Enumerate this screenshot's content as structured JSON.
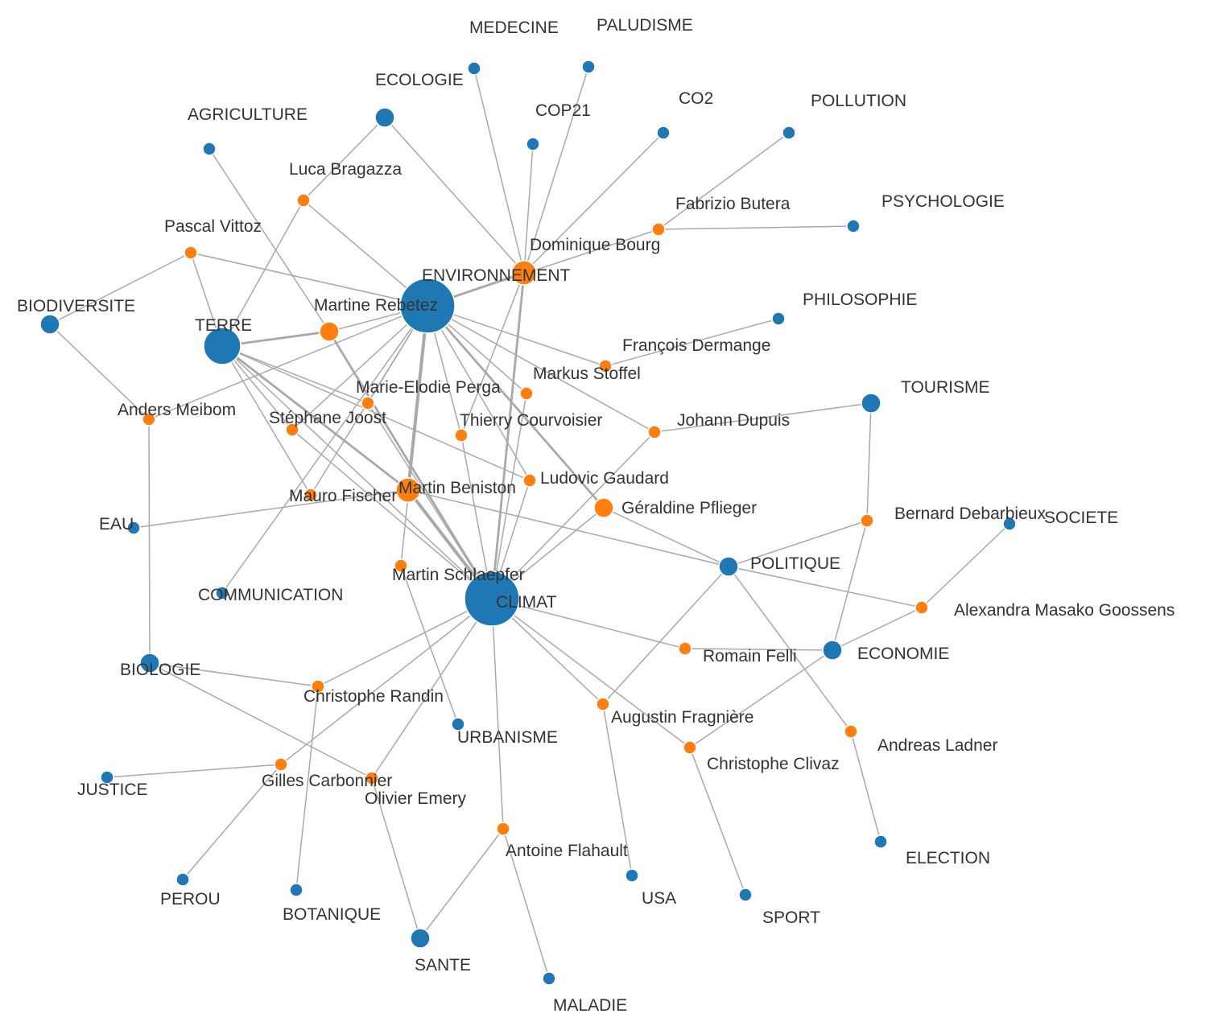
{
  "colors": {
    "topic": "#1f77b4",
    "person": "#ff7f0e",
    "edge": "#a9a9a9",
    "label": "#333333"
  },
  "nodes": [
    {
      "id": "climat",
      "label": "CLIMAT",
      "type": "topic",
      "size": "xl"
    },
    {
      "id": "environnement",
      "label": "ENVIRONNEMENT",
      "type": "topic",
      "size": "xl"
    },
    {
      "id": "terre",
      "label": "TERRE",
      "type": "topic",
      "size": "l"
    },
    {
      "id": "politique",
      "label": "POLITIQUE",
      "type": "topic",
      "size": "m"
    },
    {
      "id": "economie",
      "label": "ECONOMIE",
      "type": "topic",
      "size": "m"
    },
    {
      "id": "biologie",
      "label": "BIOLOGIE",
      "type": "topic",
      "size": "m"
    },
    {
      "id": "biodiversite",
      "label": "BIODIVERSITE",
      "type": "topic",
      "size": "m"
    },
    {
      "id": "ecologie",
      "label": "ECOLOGIE",
      "type": "topic",
      "size": "m"
    },
    {
      "id": "tourisme",
      "label": "TOURISME",
      "type": "topic",
      "size": "m"
    },
    {
      "id": "sante",
      "label": "SANTE",
      "type": "topic",
      "size": "m"
    },
    {
      "id": "medecine",
      "label": "MEDECINE",
      "type": "topic",
      "size": "s"
    },
    {
      "id": "paludisme",
      "label": "PALUDISME",
      "type": "topic",
      "size": "s"
    },
    {
      "id": "cop21",
      "label": "COP21",
      "type": "topic",
      "size": "s"
    },
    {
      "id": "co2",
      "label": "CO2",
      "type": "topic",
      "size": "s"
    },
    {
      "id": "pollution",
      "label": "POLLUTION",
      "type": "topic",
      "size": "s"
    },
    {
      "id": "agriculture",
      "label": "AGRICULTURE",
      "type": "topic",
      "size": "s"
    },
    {
      "id": "psychologie",
      "label": "PSYCHOLOGIE",
      "type": "topic",
      "size": "s"
    },
    {
      "id": "philosophie",
      "label": "PHILOSOPHIE",
      "type": "topic",
      "size": "s"
    },
    {
      "id": "societe",
      "label": "SOCIETE",
      "type": "topic",
      "size": "s"
    },
    {
      "id": "eau",
      "label": "EAU",
      "type": "topic",
      "size": "s"
    },
    {
      "id": "communication",
      "label": "COMMUNICATION",
      "type": "topic",
      "size": "s"
    },
    {
      "id": "urbanisme",
      "label": "URBANISME",
      "type": "topic",
      "size": "s"
    },
    {
      "id": "justice",
      "label": "JUSTICE",
      "type": "topic",
      "size": "s"
    },
    {
      "id": "perou",
      "label": "PEROU",
      "type": "topic",
      "size": "s"
    },
    {
      "id": "botanique",
      "label": "BOTANIQUE",
      "type": "topic",
      "size": "s"
    },
    {
      "id": "maladie",
      "label": "MALADIE",
      "type": "topic",
      "size": "s"
    },
    {
      "id": "usa",
      "label": "USA",
      "type": "topic",
      "size": "s"
    },
    {
      "id": "sport",
      "label": "SPORT",
      "type": "topic",
      "size": "s"
    },
    {
      "id": "election",
      "label": "ELECTION",
      "type": "topic",
      "size": "s"
    },
    {
      "id": "bourg",
      "label": "Dominique Bourg",
      "type": "person",
      "size": "pl"
    },
    {
      "id": "rebetez",
      "label": "Martine Rebetez",
      "type": "person",
      "size": "pm"
    },
    {
      "id": "beniston",
      "label": "Martin Beniston",
      "type": "person",
      "size": "pl"
    },
    {
      "id": "pflieger",
      "label": "Géraldine Pflieger",
      "type": "person",
      "size": "pm"
    },
    {
      "id": "bragazza",
      "label": "Luca Bragazza",
      "type": "person",
      "size": "ps"
    },
    {
      "id": "vittoz",
      "label": "Pascal Vittoz",
      "type": "person",
      "size": "ps"
    },
    {
      "id": "butera",
      "label": "Fabrizio Butera",
      "type": "person",
      "size": "ps"
    },
    {
      "id": "dermange",
      "label": "François Dermange",
      "type": "person",
      "size": "ps"
    },
    {
      "id": "stoffel",
      "label": "Markus Stoffel",
      "type": "person",
      "size": "ps"
    },
    {
      "id": "perga",
      "label": "Marie-Elodie Perga",
      "type": "person",
      "size": "ps"
    },
    {
      "id": "meibom",
      "label": "Anders Meibom",
      "type": "person",
      "size": "ps"
    },
    {
      "id": "joost",
      "label": "Stéphane Joost",
      "type": "person",
      "size": "ps"
    },
    {
      "id": "courvoisier",
      "label": "Thierry Courvoisier",
      "type": "person",
      "size": "ps"
    },
    {
      "id": "dupuis",
      "label": "Johann Dupuis",
      "type": "person",
      "size": "ps"
    },
    {
      "id": "gaudard",
      "label": "Ludovic Gaudard",
      "type": "person",
      "size": "ps"
    },
    {
      "id": "fischer",
      "label": "Mauro Fischer",
      "type": "person",
      "size": "ps"
    },
    {
      "id": "debarbieux",
      "label": "Bernard Debarbieux",
      "type": "person",
      "size": "ps"
    },
    {
      "id": "schlaepfer",
      "label": "Martin Schlaepfer",
      "type": "person",
      "size": "ps"
    },
    {
      "id": "goossens",
      "label": "Alexandra Masako Goossens",
      "type": "person",
      "size": "ps"
    },
    {
      "id": "felli",
      "label": "Romain Felli",
      "type": "person",
      "size": "ps"
    },
    {
      "id": "randin",
      "label": "Christophe Randin",
      "type": "person",
      "size": "ps"
    },
    {
      "id": "fragniere",
      "label": "Augustin Fragnière",
      "type": "person",
      "size": "ps"
    },
    {
      "id": "ladner",
      "label": "Andreas Ladner",
      "type": "person",
      "size": "ps"
    },
    {
      "id": "clivaz",
      "label": "Christophe Clivaz",
      "type": "person",
      "size": "ps"
    },
    {
      "id": "carbonnier",
      "label": "Gilles Carbonnier",
      "type": "person",
      "size": "ps"
    },
    {
      "id": "emery",
      "label": "Olivier Emery",
      "type": "person",
      "size": "ps"
    },
    {
      "id": "flahault",
      "label": "Antoine Flahault",
      "type": "person",
      "size": "ps"
    }
  ],
  "edges": [
    [
      "bourg",
      "medecine",
      1
    ],
    [
      "bourg",
      "paludisme",
      1
    ],
    [
      "bourg",
      "cop21",
      1
    ],
    [
      "bourg",
      "co2",
      1
    ],
    [
      "bourg",
      "ecologie",
      1
    ],
    [
      "bourg",
      "environnement",
      2
    ],
    [
      "bourg",
      "climat",
      2
    ],
    [
      "butera",
      "pollution",
      1
    ],
    [
      "butera",
      "psychologie",
      1
    ],
    [
      "butera",
      "environnement",
      1
    ],
    [
      "bragazza",
      "ecologie",
      1
    ],
    [
      "bragazza",
      "environnement",
      1
    ],
    [
      "bragazza",
      "terre",
      1
    ],
    [
      "vittoz",
      "biodiversite",
      1
    ],
    [
      "vittoz",
      "environnement",
      1
    ],
    [
      "vittoz",
      "terre",
      1
    ],
    [
      "rebetez",
      "terre",
      2
    ],
    [
      "rebetez",
      "environnement",
      1
    ],
    [
      "rebetez",
      "agriculture",
      1
    ],
    [
      "rebetez",
      "climat",
      2
    ],
    [
      "meibom",
      "biodiversite",
      1
    ],
    [
      "meibom",
      "biologie",
      1
    ],
    [
      "meibom",
      "environnement",
      1
    ],
    [
      "dermange",
      "philosophie",
      1
    ],
    [
      "dermange",
      "environnement",
      1
    ],
    [
      "stoffel",
      "environnement",
      1
    ],
    [
      "stoffel",
      "climat",
      1
    ],
    [
      "perga",
      "terre",
      1
    ],
    [
      "perga",
      "environnement",
      1
    ],
    [
      "perga",
      "climat",
      1
    ],
    [
      "joost",
      "environnement",
      1
    ],
    [
      "joost",
      "terre",
      1
    ],
    [
      "joost",
      "climat",
      1
    ],
    [
      "courvoisier",
      "environnement",
      1
    ],
    [
      "courvoisier",
      "climat",
      1
    ],
    [
      "courvoisier",
      "bourg",
      1
    ],
    [
      "dupuis",
      "tourisme",
      1
    ],
    [
      "dupuis",
      "environnement",
      1
    ],
    [
      "dupuis",
      "climat",
      1
    ],
    [
      "gaudard",
      "environnement",
      1
    ],
    [
      "gaudard",
      "terre",
      1
    ],
    [
      "gaudard",
      "climat",
      1
    ],
    [
      "fischer",
      "environnement",
      1
    ],
    [
      "fischer",
      "terre",
      1
    ],
    [
      "beniston",
      "environnement",
      3
    ],
    [
      "beniston",
      "terre",
      2
    ],
    [
      "beniston",
      "climat",
      3
    ],
    [
      "beniston",
      "eau",
      1
    ],
    [
      "beniston",
      "politique",
      1
    ],
    [
      "pflieger",
      "environnement",
      2
    ],
    [
      "pflieger",
      "politique",
      1
    ],
    [
      "pflieger",
      "climat",
      1
    ],
    [
      "schlaepfer",
      "environnement",
      1
    ],
    [
      "schlaepfer",
      "urbanisme",
      1
    ],
    [
      "debarbieux",
      "tourisme",
      1
    ],
    [
      "debarbieux",
      "politique",
      1
    ],
    [
      "debarbieux",
      "economie",
      1
    ],
    [
      "goossens",
      "societe",
      1
    ],
    [
      "goossens",
      "politique",
      1
    ],
    [
      "goossens",
      "economie",
      1
    ],
    [
      "felli",
      "economie",
      1
    ],
    [
      "felli",
      "climat",
      1
    ],
    [
      "fragniere",
      "politique",
      1
    ],
    [
      "fragniere",
      "usa",
      1
    ],
    [
      "fragniere",
      "climat",
      1
    ],
    [
      "clivaz",
      "economie",
      1
    ],
    [
      "clivaz",
      "sport",
      1
    ],
    [
      "clivaz",
      "climat",
      1
    ],
    [
      "ladner",
      "politique",
      1
    ],
    [
      "ladner",
      "election",
      1
    ],
    [
      "randin",
      "biologie",
      1
    ],
    [
      "randin",
      "botanique",
      1
    ],
    [
      "randin",
      "climat",
      1
    ],
    [
      "carbonnier",
      "justice",
      1
    ],
    [
      "carbonnier",
      "perou",
      1
    ],
    [
      "carbonnier",
      "climat",
      1
    ],
    [
      "emery",
      "biologie",
      1
    ],
    [
      "emery",
      "sante",
      1
    ],
    [
      "emery",
      "climat",
      1
    ],
    [
      "flahault",
      "sante",
      1
    ],
    [
      "flahault",
      "maladie",
      1
    ],
    [
      "flahault",
      "climat",
      1
    ],
    [
      "communication",
      "environnement",
      1
    ],
    [
      "terre",
      "climat",
      1
    ]
  ]
}
